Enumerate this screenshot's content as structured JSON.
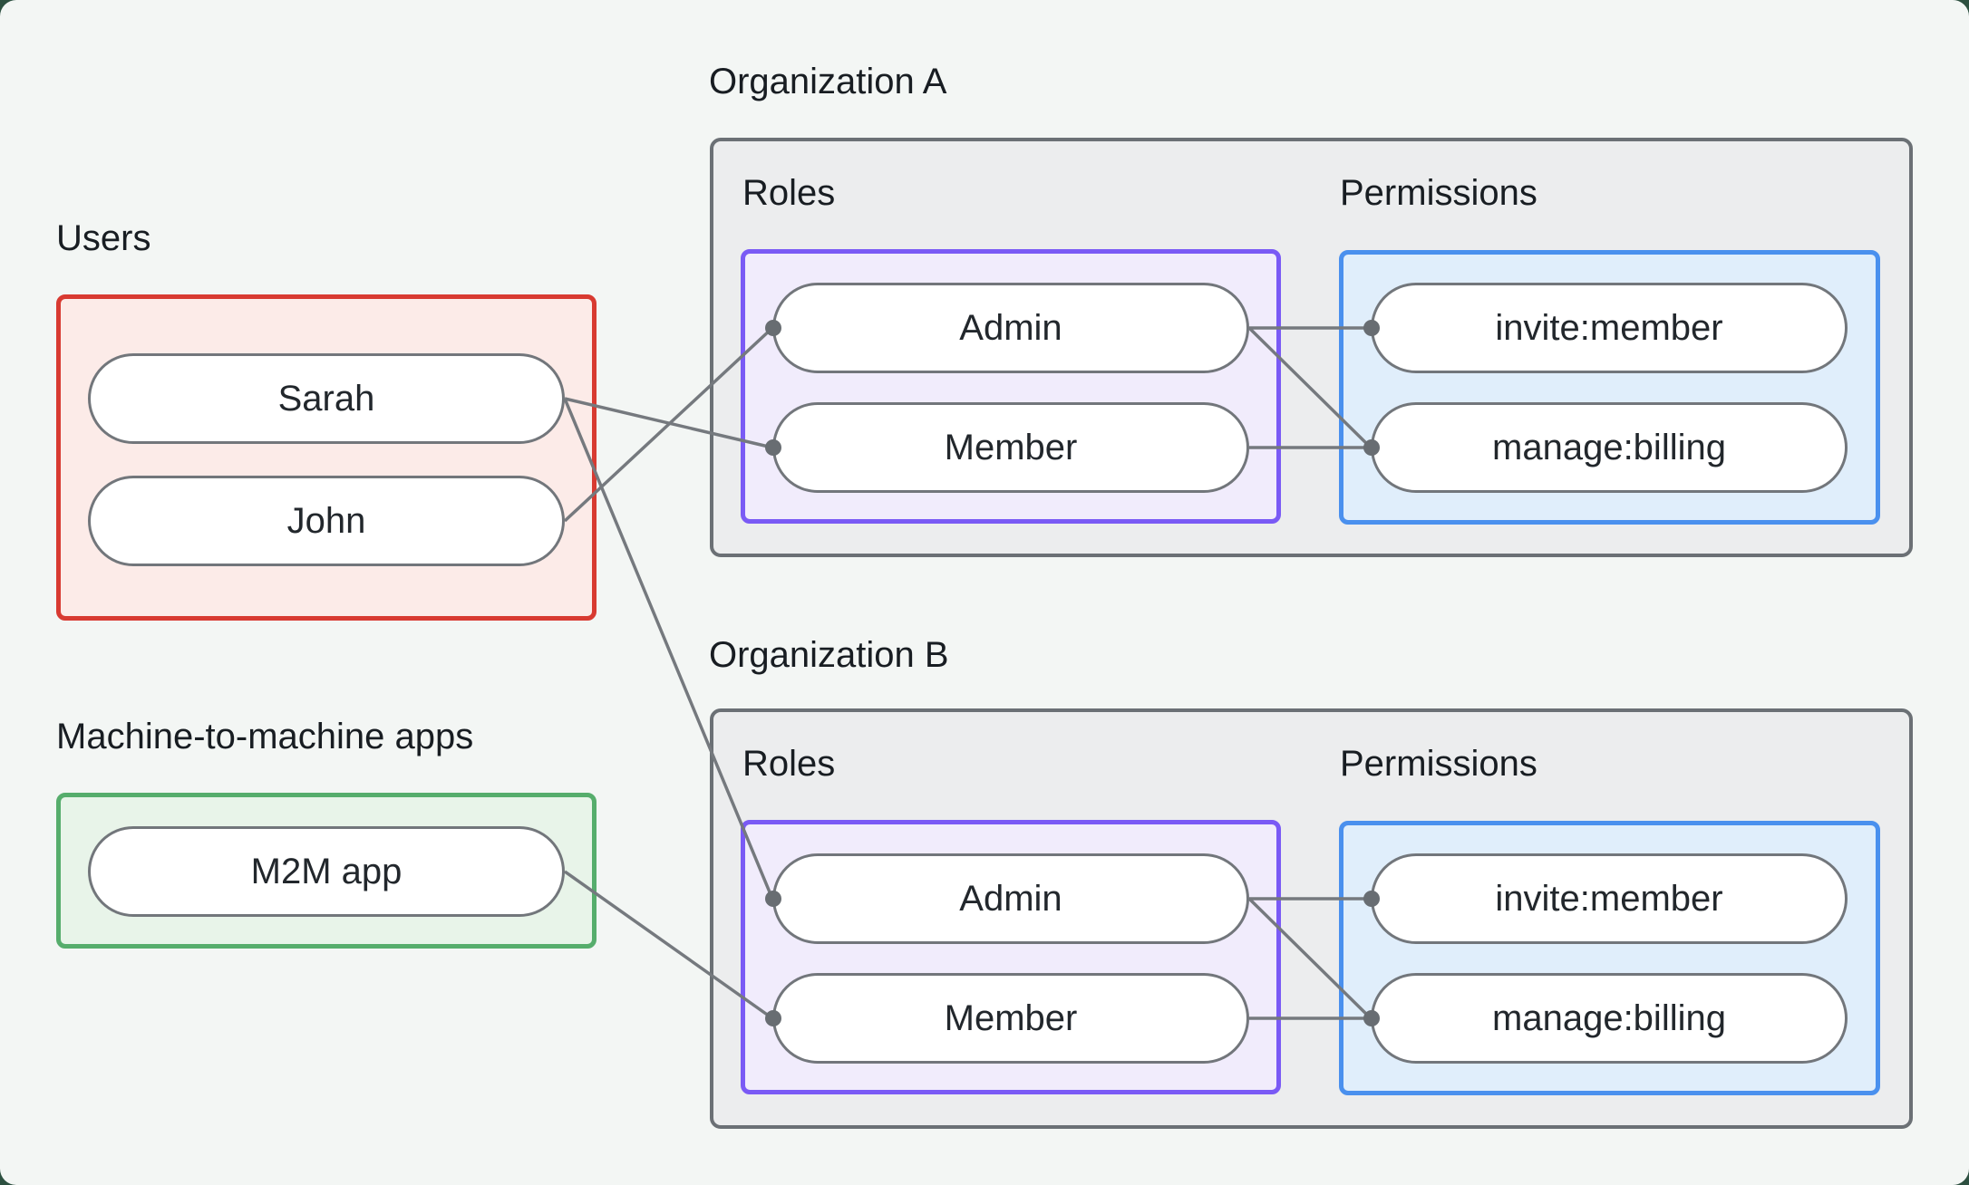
{
  "sections": {
    "users": {
      "label": "Users",
      "items": [
        "Sarah",
        "John"
      ]
    },
    "m2m": {
      "label": "Machine-to-machine apps",
      "items": [
        "M2M app"
      ]
    },
    "orgA": {
      "title": "Organization A",
      "roles_label": "Roles",
      "permissions_label": "Permissions",
      "roles": [
        "Admin",
        "Member"
      ],
      "permissions": [
        "invite:member",
        "manage:billing"
      ]
    },
    "orgB": {
      "title": "Organization B",
      "roles_label": "Roles",
      "permissions_label": "Permissions",
      "roles": [
        "Admin",
        "Member"
      ],
      "permissions": [
        "invite:member",
        "manage:billing"
      ]
    }
  },
  "connections": [
    {
      "from": "user-sarah",
      "to": "orgA-role-member"
    },
    {
      "from": "user-john",
      "to": "orgA-role-admin"
    },
    {
      "from": "user-sarah",
      "to": "orgB-role-admin"
    },
    {
      "from": "app-m2m",
      "to": "orgB-role-member"
    },
    {
      "from": "orgA-role-admin",
      "to": "orgA-perm-invite"
    },
    {
      "from": "orgA-role-admin",
      "to": "orgA-perm-manage"
    },
    {
      "from": "orgA-role-member",
      "to": "orgA-perm-manage"
    },
    {
      "from": "orgB-role-admin",
      "to": "orgB-perm-invite"
    },
    {
      "from": "orgB-role-admin",
      "to": "orgB-perm-manage"
    },
    {
      "from": "orgB-role-member",
      "to": "orgB-perm-manage"
    }
  ],
  "colors": {
    "card-bg": "#f3f6f4",
    "outer-bg": "#2d5040",
    "red-border": "#d83a31",
    "red-fill": "#fcebe8",
    "green-border": "#56ad6c",
    "green-fill": "#e8f4e9",
    "purple-border": "#7a5af5",
    "purple-fill": "#f1ecfc",
    "blue-border": "#4a90ee",
    "blue-fill": "#e0eefb",
    "org-border": "#6b7075",
    "org-fill": "#ecedee",
    "line": "#75797e",
    "dot": "#686d72"
  }
}
